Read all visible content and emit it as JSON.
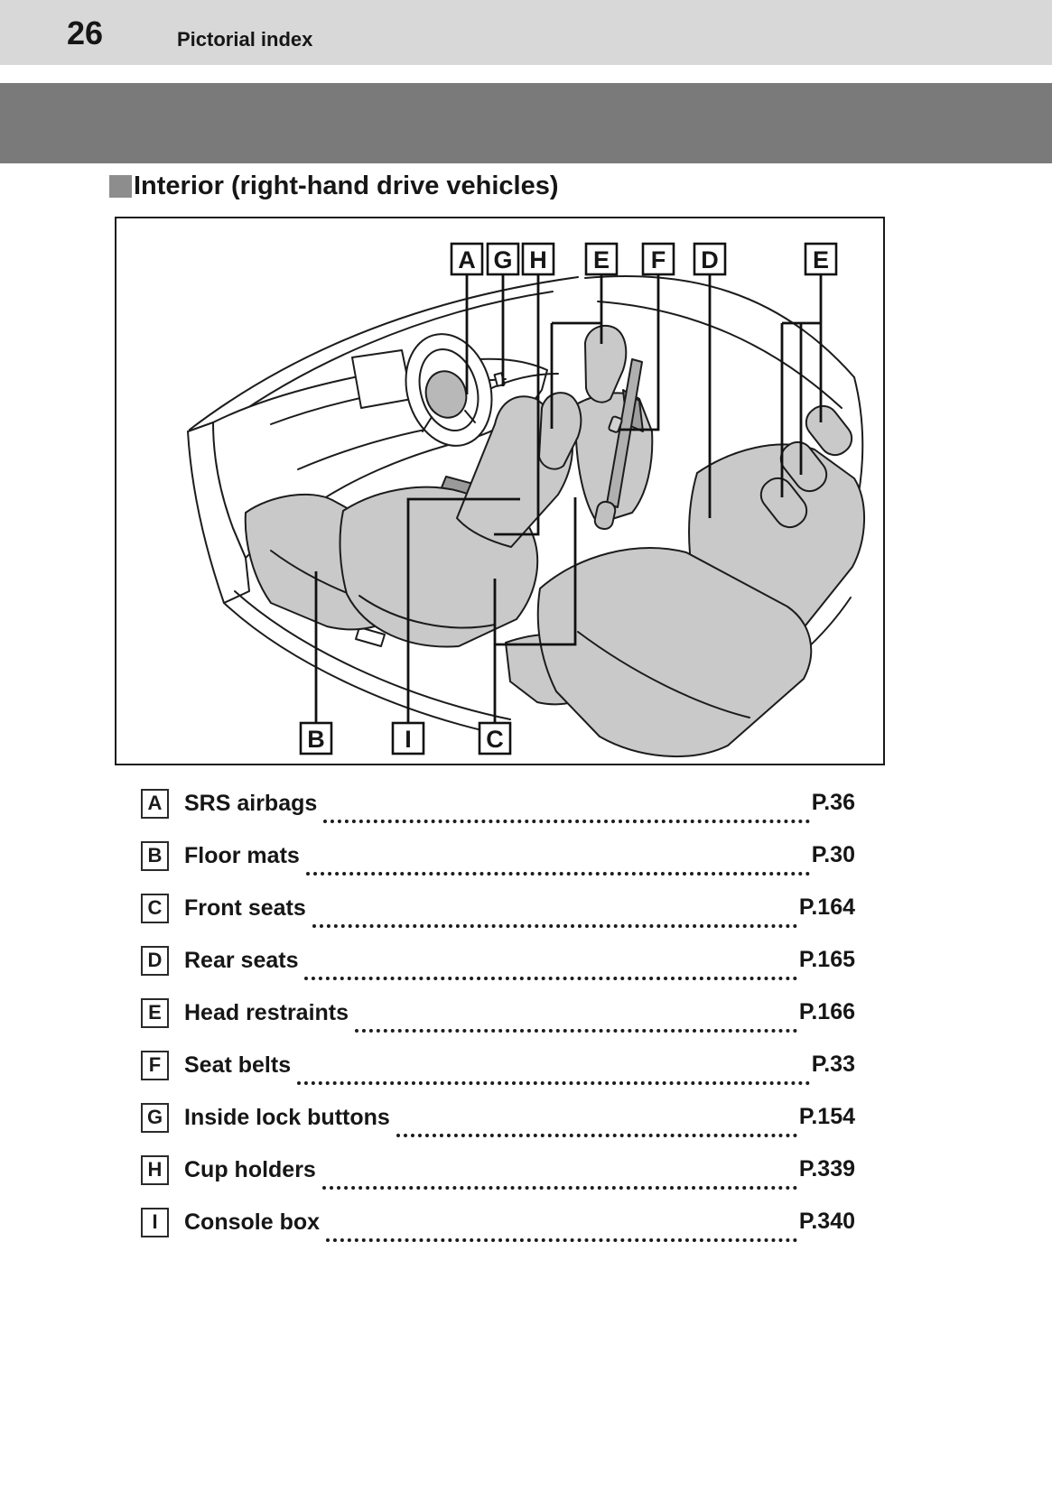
{
  "header": {
    "page_number": "26",
    "section_title": "Pictorial index"
  },
  "heading": {
    "text": "Interior (right-hand drive vehicles)"
  },
  "diagram": {
    "description": "Line-art of car interior (right-hand drive) with callout letters",
    "top_callouts": [
      {
        "letter": "A"
      },
      {
        "letter": "G"
      },
      {
        "letter": "H"
      },
      {
        "letter": "E"
      },
      {
        "letter": "F"
      },
      {
        "letter": "D"
      },
      {
        "letter": "E"
      }
    ],
    "bottom_callouts": [
      {
        "letter": "B"
      },
      {
        "letter": "I"
      },
      {
        "letter": "C"
      }
    ]
  },
  "index": {
    "items": [
      {
        "letter": "A",
        "label": "SRS airbags",
        "page": "P.36"
      },
      {
        "letter": "B",
        "label": "Floor mats",
        "page": "P.30"
      },
      {
        "letter": "C",
        "label": "Front seats",
        "page": "P.164"
      },
      {
        "letter": "D",
        "label": "Rear seats",
        "page": "P.165"
      },
      {
        "letter": "E",
        "label": "Head restraints",
        "page": "P.166"
      },
      {
        "letter": "F",
        "label": "Seat belts",
        "page": "P.33"
      },
      {
        "letter": "G",
        "label": "Inside lock buttons",
        "page": "P.154"
      },
      {
        "letter": "H",
        "label": "Cup holders",
        "page": "P.339"
      },
      {
        "letter": "I",
        "label": "Console box",
        "page": "P.340"
      }
    ]
  },
  "colors": {
    "header_bar": "#d8d8d8",
    "section_banner": "#7a7a7a",
    "heading_square": "#8d8d8d",
    "art_line": "#1c1c1c",
    "art_gray": "#c9c9c9",
    "art_dark_gray": "#9a9a9a"
  }
}
